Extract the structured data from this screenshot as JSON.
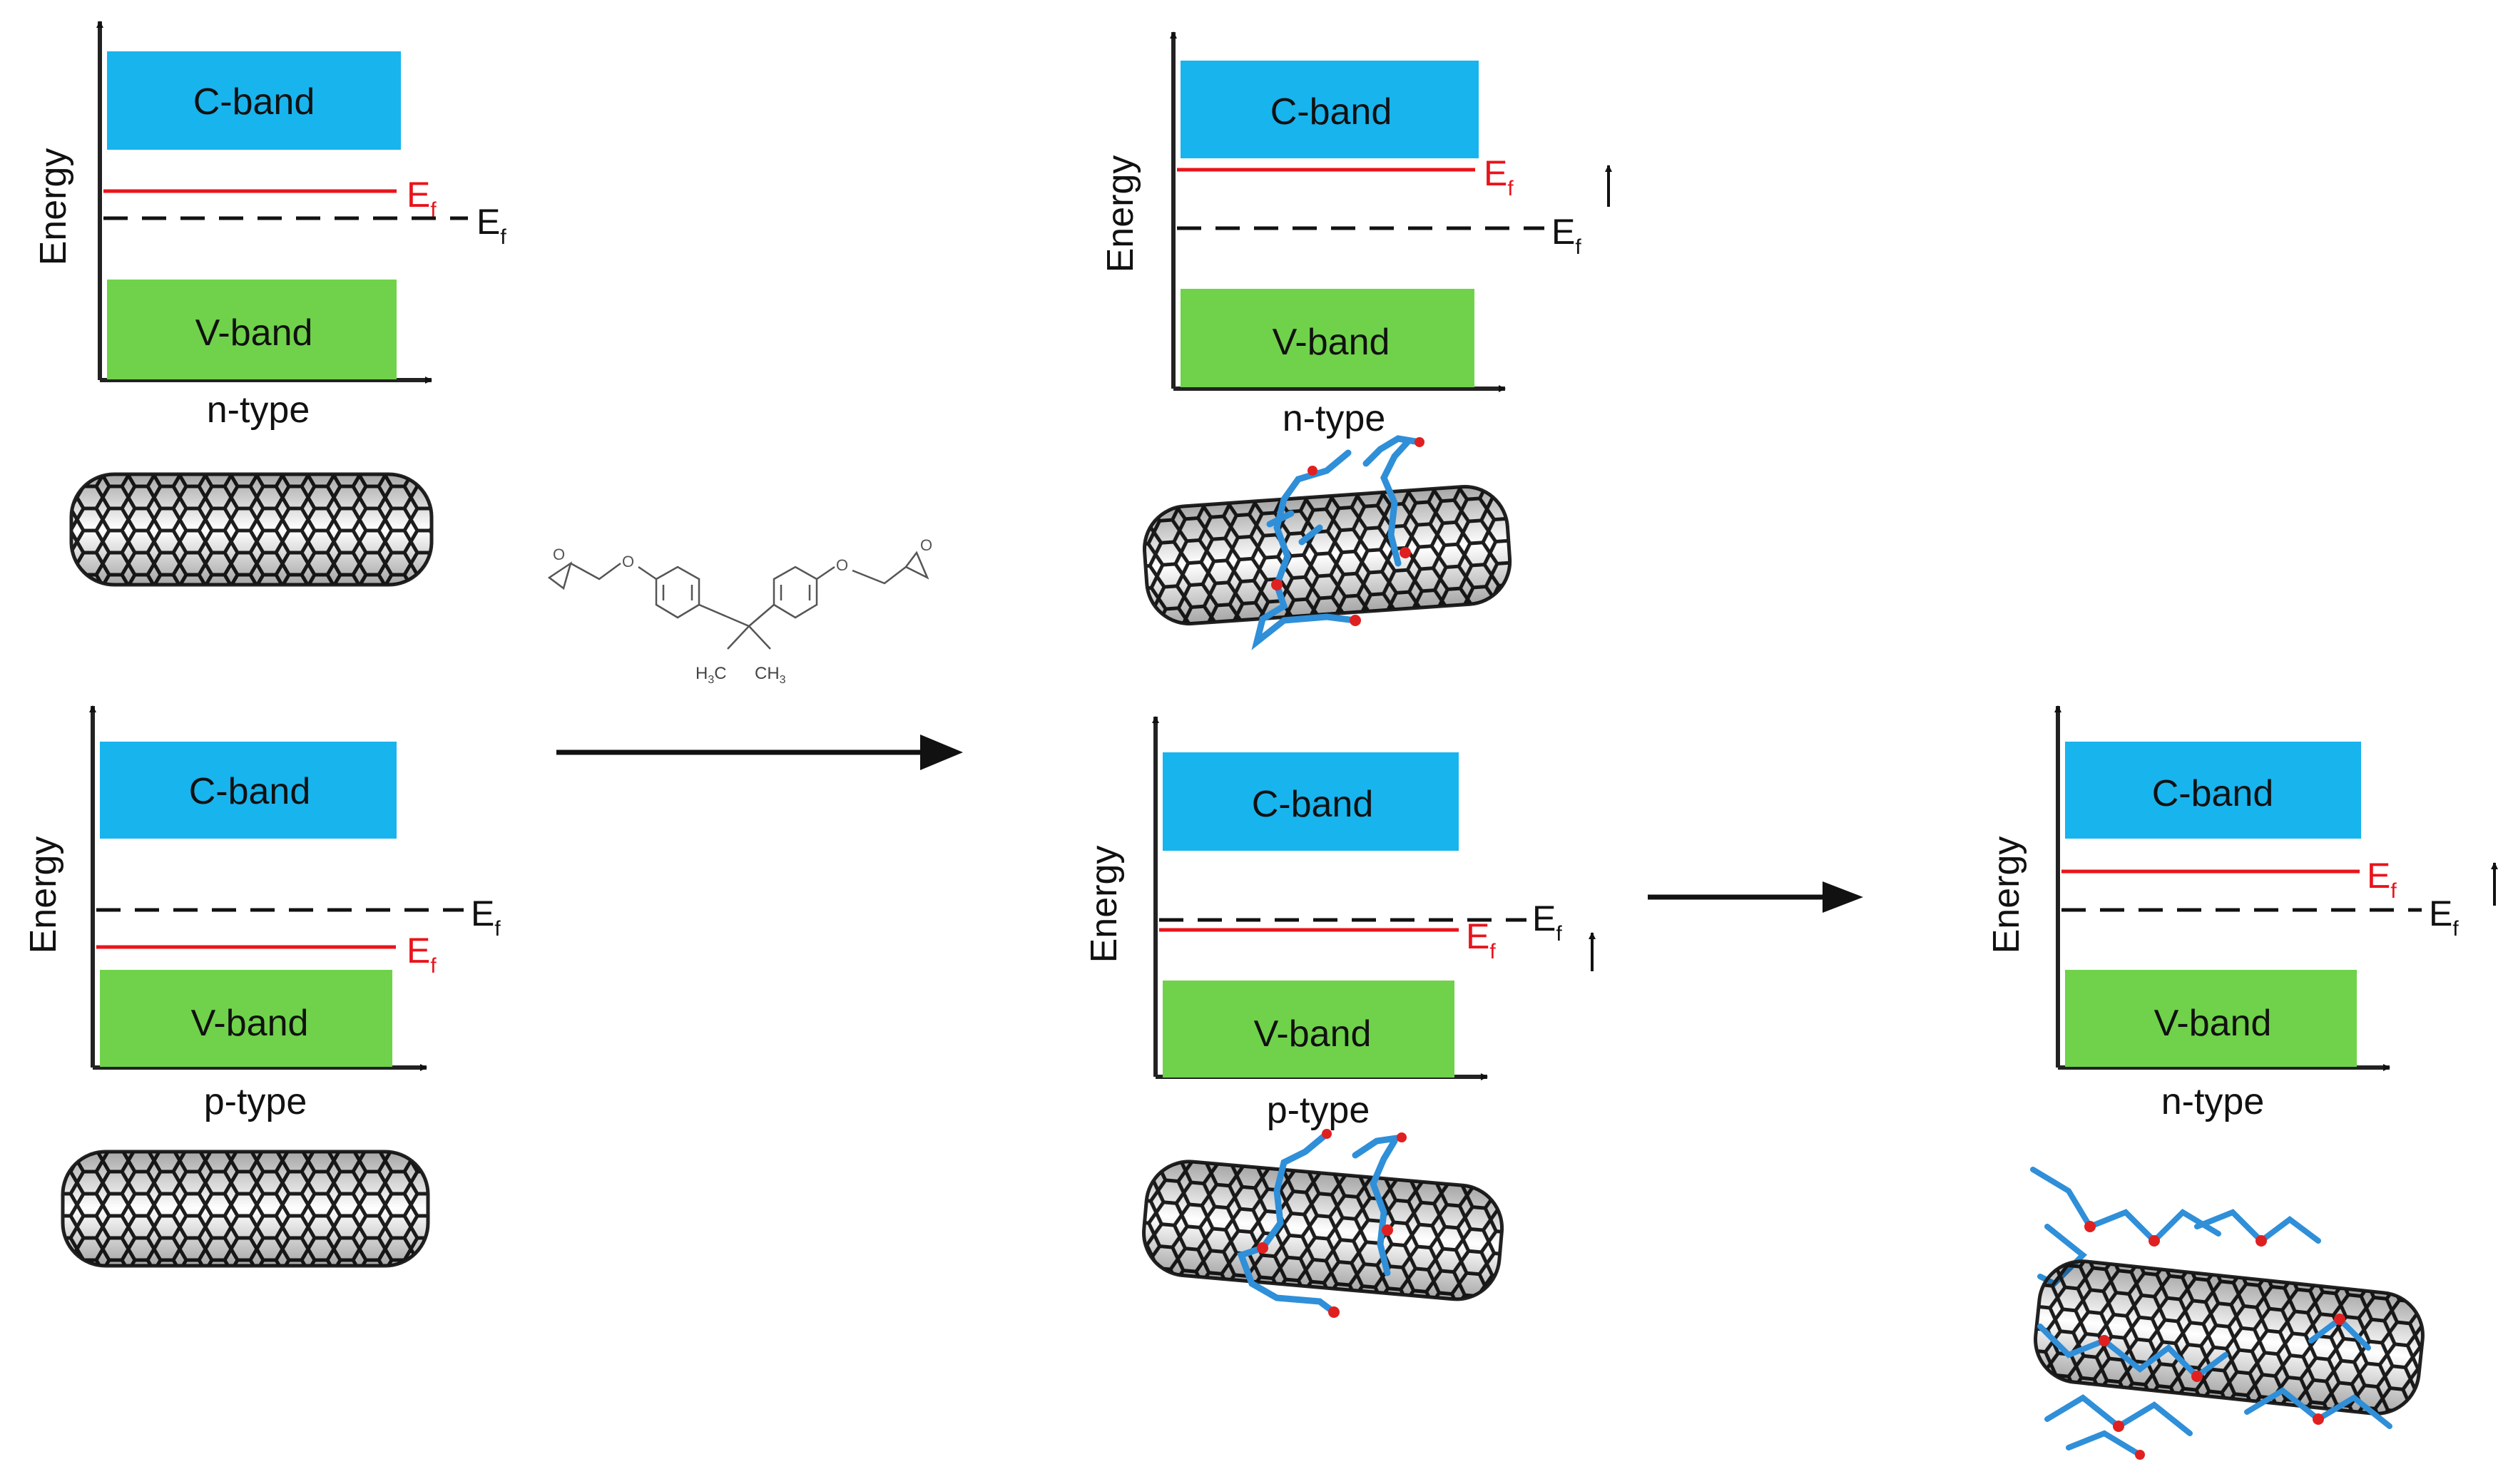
{
  "panels": [
    {
      "id": "p1",
      "axis_label": "Energy",
      "cband": "C-band",
      "vband": "V-band",
      "type_label": "n-type",
      "fermi_new": {
        "main": "E",
        "sub": "f"
      },
      "fermi_ref": {
        "main": "E",
        "sub": "f"
      },
      "shift_arrow": false
    },
    {
      "id": "p2",
      "axis_label": "Energy",
      "cband": "C-band",
      "vband": "V-band",
      "type_label": "p-type",
      "fermi_new": {
        "main": "E",
        "sub": "f"
      },
      "fermi_ref": {
        "main": "E",
        "sub": "f"
      },
      "shift_arrow": false
    },
    {
      "id": "p3",
      "axis_label": "Energy",
      "cband": "C-band",
      "vband": "V-band",
      "type_label": "n-type",
      "fermi_new": {
        "main": "E",
        "sub": "f"
      },
      "fermi_ref": {
        "main": "E",
        "sub": "f"
      },
      "shift_arrow": true
    },
    {
      "id": "p4",
      "axis_label": "Energy",
      "cband": "C-band",
      "vband": "V-band",
      "type_label": "p-type",
      "fermi_new": {
        "main": "E",
        "sub": "f"
      },
      "fermi_ref": {
        "main": "E",
        "sub": "f"
      },
      "shift_arrow": true
    },
    {
      "id": "p5",
      "axis_label": "Energy",
      "cband": "C-band",
      "vband": "V-band",
      "type_label": "n-type",
      "fermi_new": {
        "main": "E",
        "sub": "f"
      },
      "fermi_ref": {
        "main": "E",
        "sub": "f"
      },
      "shift_arrow": true
    }
  ],
  "molecule": {
    "label_left": {
      "main": "H",
      "sub": "3",
      "tail": "C"
    },
    "label_right": {
      "main": "CH",
      "sub": "3"
    }
  },
  "colors": {
    "c_band": "#18b4ee",
    "v_band": "#6fd24a",
    "fermi_red": "#e8141b",
    "reference_dashed": "#111111",
    "molecule_blue": "#2f8fd8",
    "oxygen_red": "#e02020",
    "nanotube": "#222222"
  }
}
